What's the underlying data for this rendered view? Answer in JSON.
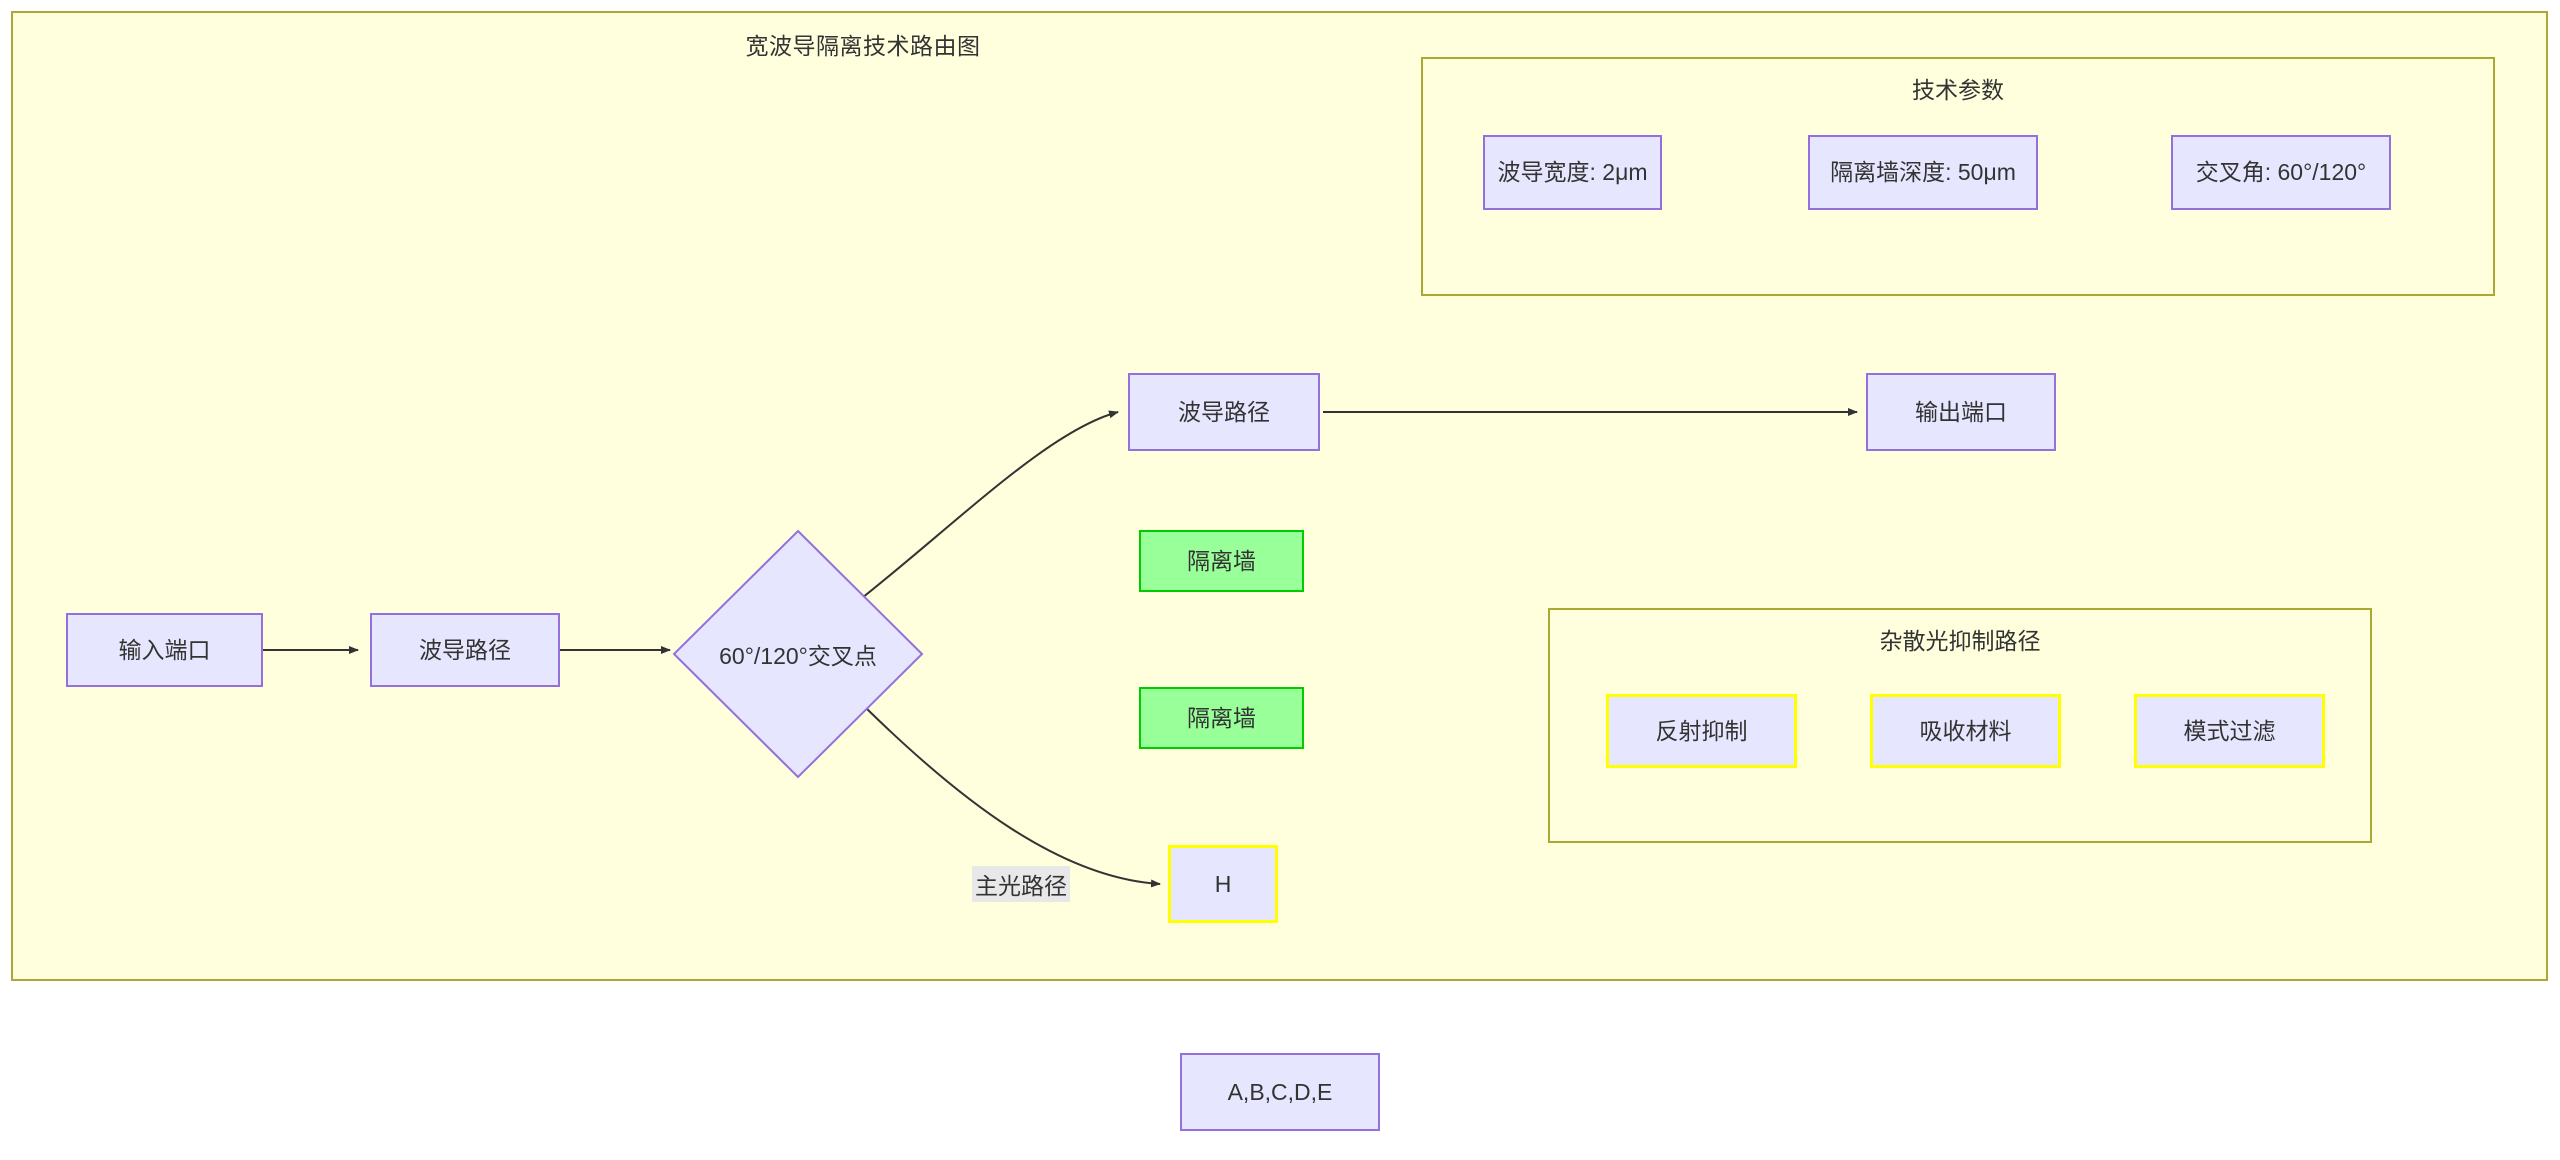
{
  "diagram": {
    "title": "宽波导隔离技术路由图",
    "colors": {
      "container_fill": "#ffffdd",
      "container_border": "#aaaa33",
      "node_fill": "#e6e6ff",
      "node_border": "#9370db",
      "green_fill": "#99ff99",
      "green_border": "#00cc00",
      "highlight_border": "#ffff00",
      "edge_stroke": "#333333",
      "text": "#333333"
    },
    "groups": {
      "tech_params": {
        "title": "技术参数",
        "items": [
          {
            "label": "波导宽度: 2μm"
          },
          {
            "label": "隔离墙深度: 50μm"
          },
          {
            "label": "交叉角: 60°/120°"
          }
        ]
      },
      "stray_light": {
        "title": "杂散光抑制路径",
        "items": [
          {
            "label": "反射抑制"
          },
          {
            "label": "吸收材料"
          },
          {
            "label": "模式过滤"
          }
        ]
      }
    },
    "nodes": {
      "input_port": "输入端口",
      "waveguide_path_main": "波导路径",
      "crossing_point": "60°/120°交叉点",
      "waveguide_path_upper": "波导路径",
      "output_port": "输出端口",
      "isolation_wall_1": "隔离墙",
      "isolation_wall_2": "隔离墙",
      "h_node": "H",
      "legend_node": "A,B,C,D,E"
    },
    "edge_labels": {
      "main_optical_path": "主光路径"
    }
  }
}
